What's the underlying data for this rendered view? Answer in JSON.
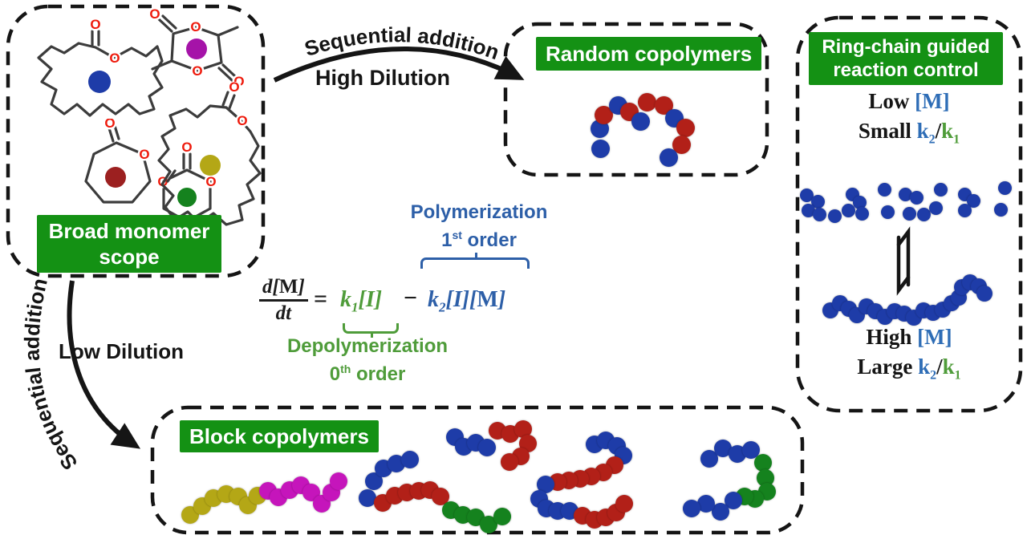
{
  "colors": {
    "label_bg": "#149114",
    "label_text": "#ffffff",
    "text_black": "#151515",
    "text_blue": "#2d5fa8",
    "text_green": "#4f9c3a",
    "bracket_blue": "#2e6db6",
    "oxygen": "#ee1a0c",
    "bond": "#3c3c3c",
    "blue": "#1e3ca8",
    "red": "#b22018",
    "green": "#15821e",
    "magenta": "#c515bb",
    "yellow": "#b4a716",
    "monomer_blue": "#1e3ca8",
    "monomer_purple": "#a513a8",
    "monomer_darkred": "#9c2020",
    "monomer_green": "#15821e",
    "monomer_olive": "#b4a716"
  },
  "atoms": {
    "O": "O"
  },
  "monomer_panel": {
    "label_line1": "Broad monomer",
    "label_line2": "scope",
    "monomers": [
      {
        "name": "macrolactone",
        "dot": "monomer_blue"
      },
      {
        "name": "lactide",
        "dot": "monomer_purple"
      },
      {
        "name": "lactone",
        "dot": "monomer_darkred"
      },
      {
        "name": "cyclic-carbonate",
        "dot": "monomer_green"
      },
      {
        "name": "unsaturated-macrolactone",
        "dot": "monomer_olive"
      }
    ]
  },
  "top_arrow": {
    "curved_label": "Sequential addition",
    "sub_label": "High Dilution"
  },
  "bottom_arrow": {
    "curved_label": "Sequential addition",
    "sub_label": "Low Dilution"
  },
  "random_panel": {
    "label": "Random copolymers"
  },
  "block_panel": {
    "label": "Block copolymers"
  },
  "ring_chain_panel": {
    "label_line1": "Ring-chain guided",
    "label_line2": "reaction control",
    "top_prefix": "Low",
    "top_bracket": "[M]",
    "top_ratio_prefix": "Small",
    "bottom_prefix": "High",
    "bottom_bracket": "[M]",
    "bottom_ratio_prefix": "Large",
    "ratio": {
      "k": "k",
      "sub2": "2",
      "slash": "/",
      "sub1": "1"
    }
  },
  "equation": {
    "num_d": "d[",
    "num_m": "M",
    "num_close": "]",
    "den": "dt",
    "equals": "=",
    "minus": "−",
    "k1": {
      "k": "k",
      "sub": "1",
      "arg": "[I]"
    },
    "k2": {
      "k": "k",
      "sub": "2",
      "arg_i": "[I][",
      "arg_m": "M",
      "arg_close": "]"
    },
    "poly": {
      "line1": "Polymerization",
      "num": "1",
      "sup": "st",
      "rest": " order"
    },
    "depoly": {
      "line1": "Depolymerization",
      "num": "0",
      "sup": "th",
      "rest": " order"
    }
  },
  "beads": {
    "random": [
      [
        748,
        185,
        "blue"
      ],
      [
        747,
        160,
        "blue"
      ],
      [
        752,
        143,
        "red"
      ],
      [
        770,
        131,
        "blue"
      ],
      [
        784,
        139,
        "red"
      ],
      [
        798,
        151,
        "blue"
      ],
      [
        806,
        127,
        "red"
      ],
      [
        827,
        131,
        "red"
      ],
      [
        840,
        147,
        "blue"
      ],
      [
        854,
        159,
        "red"
      ],
      [
        849,
        180,
        "red"
      ],
      [
        833,
        196,
        "blue"
      ]
    ],
    "ring_dots": [
      [
        1005,
        243,
        "blue"
      ],
      [
        1019,
        251,
        "blue"
      ],
      [
        1007,
        262,
        "blue"
      ],
      [
        1021,
        267,
        "blue"
      ],
      [
        1040,
        269,
        "blue"
      ],
      [
        1062,
        242,
        "blue"
      ],
      [
        1071,
        252,
        "blue"
      ],
      [
        1057,
        262,
        "blue"
      ],
      [
        1074,
        266,
        "blue"
      ],
      [
        1102,
        236,
        "blue"
      ],
      [
        1106,
        264,
        "blue"
      ],
      [
        1128,
        242,
        "blue"
      ],
      [
        1142,
        246,
        "blue"
      ],
      [
        1133,
        266,
        "blue"
      ],
      [
        1151,
        267,
        "blue"
      ],
      [
        1166,
        259,
        "blue"
      ],
      [
        1172,
        236,
        "blue"
      ],
      [
        1202,
        242,
        "blue"
      ],
      [
        1213,
        250,
        "blue"
      ],
      [
        1202,
        262,
        "blue"
      ],
      [
        1252,
        234,
        "blue"
      ],
      [
        1247,
        261,
        "blue"
      ]
    ],
    "ring_chain": [
      [
        1035,
        387,
        "blue"
      ],
      [
        1047,
        378,
        "blue"
      ],
      [
        1058,
        385,
        "blue"
      ],
      [
        1068,
        393,
        "blue"
      ],
      [
        1080,
        382,
        "blue"
      ],
      [
        1091,
        388,
        "blue"
      ],
      [
        1103,
        395,
        "blue"
      ],
      [
        1115,
        388,
        "blue"
      ],
      [
        1127,
        391,
        "blue"
      ],
      [
        1139,
        396,
        "blue"
      ],
      [
        1151,
        387,
        "blue"
      ],
      [
        1163,
        390,
        "blue"
      ],
      [
        1175,
        386,
        "blue"
      ],
      [
        1186,
        378,
        "blue"
      ],
      [
        1195,
        371,
        "blue"
      ],
      [
        1199,
        358,
        "blue"
      ],
      [
        1209,
        352,
        "blue"
      ],
      [
        1220,
        357,
        "blue"
      ],
      [
        1227,
        366,
        "blue"
      ]
    ],
    "block_chains": {
      "yellow_magenta": [
        [
          237,
          642,
          "yellow"
        ],
        [
          252,
          631,
          "yellow"
        ],
        [
          266,
          621,
          "yellow"
        ],
        [
          282,
          616,
          "yellow"
        ],
        [
          297,
          619,
          "yellow"
        ],
        [
          309,
          630,
          "yellow"
        ],
        [
          321,
          618,
          "yellow"
        ],
        [
          334,
          612,
          "magenta"
        ],
        [
          347,
          620,
          "magenta"
        ],
        [
          361,
          611,
          "magenta"
        ],
        [
          375,
          605,
          "magenta"
        ],
        [
          388,
          614,
          "magenta"
        ],
        [
          401,
          628,
          "magenta"
        ],
        [
          413,
          614,
          "magenta"
        ],
        [
          422,
          600,
          "magenta"
        ]
      ],
      "blue_red_green": [
        [
          458,
          621,
          "blue"
        ],
        [
          466,
          600,
          "blue"
        ],
        [
          478,
          584,
          "blue"
        ],
        [
          494,
          578,
          "blue"
        ],
        [
          511,
          573,
          "blue"
        ],
        [
          477,
          627,
          "red"
        ],
        [
          492,
          618,
          "red"
        ],
        [
          507,
          614,
          "red"
        ],
        [
          522,
          612,
          "red"
        ],
        [
          536,
          611,
          "red"
        ],
        [
          549,
          619,
          "red"
        ],
        [
          562,
          636,
          "green"
        ],
        [
          577,
          642,
          "green"
        ],
        [
          593,
          645,
          "green"
        ],
        [
          609,
          654,
          "green"
        ],
        [
          626,
          644,
          "green"
        ]
      ],
      "squiggle_small": [
        [
          567,
          545,
          "blue"
        ],
        [
          578,
          557,
          "blue"
        ],
        [
          593,
          552,
          "blue"
        ],
        [
          607,
          558,
          "blue"
        ],
        [
          620,
          537,
          "red"
        ],
        [
          636,
          541,
          "red"
        ],
        [
          652,
          535,
          "red"
        ],
        [
          658,
          553,
          "red"
        ],
        [
          649,
          569,
          "red"
        ],
        [
          635,
          576,
          "red"
        ]
      ],
      "squiggle_large": [
        [
          741,
          554,
          "blue"
        ],
        [
          755,
          549,
          "blue"
        ],
        [
          769,
          556,
          "blue"
        ],
        [
          777,
          568,
          "blue"
        ],
        [
          766,
          580,
          "red"
        ],
        [
          752,
          589,
          "red"
        ],
        [
          737,
          594,
          "red"
        ],
        [
          723,
          597,
          "red"
        ],
        [
          709,
          599,
          "red"
        ],
        [
          695,
          601,
          "red"
        ],
        [
          680,
          604,
          "blue"
        ],
        [
          672,
          622,
          "blue"
        ],
        [
          681,
          634,
          "blue"
        ],
        [
          695,
          637,
          "blue"
        ],
        [
          710,
          637,
          "blue"
        ],
        [
          726,
          643,
          "red"
        ],
        [
          741,
          648,
          "red"
        ],
        [
          755,
          645,
          "red"
        ],
        [
          768,
          639,
          "red"
        ],
        [
          778,
          628,
          "red"
        ]
      ],
      "blue_green": [
        [
          884,
          572,
          "blue"
        ],
        [
          901,
          559,
          "blue"
        ],
        [
          919,
          566,
          "blue"
        ],
        [
          936,
          561,
          "blue"
        ],
        [
          951,
          577,
          "green"
        ],
        [
          954,
          596,
          "green"
        ],
        [
          956,
          613,
          "green"
        ],
        [
          941,
          622,
          "green"
        ],
        [
          928,
          619,
          "green"
        ],
        [
          914,
          624,
          "blue"
        ],
        [
          898,
          638,
          "blue"
        ],
        [
          880,
          628,
          "blue"
        ],
        [
          862,
          634,
          "blue"
        ]
      ]
    }
  }
}
